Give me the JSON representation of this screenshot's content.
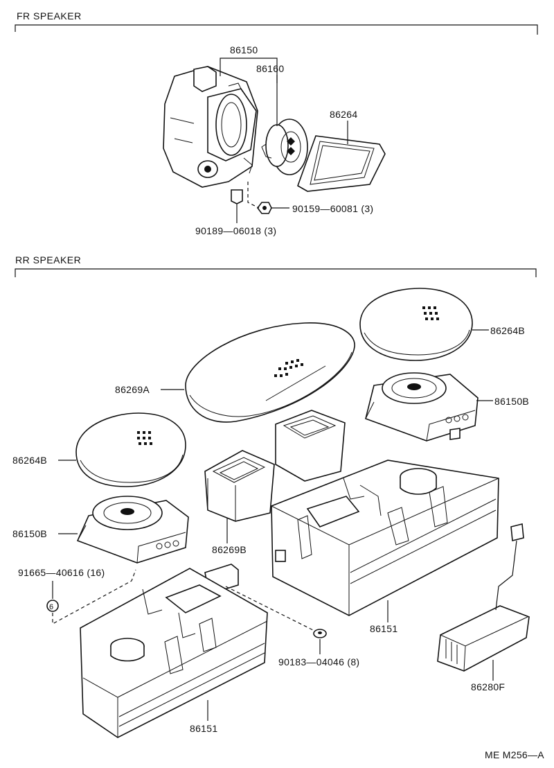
{
  "sections": {
    "front": "FR  SPEAKER",
    "rear": "RR  SPEAKER"
  },
  "labels": {
    "p86150_fr": "86150",
    "p86160": "86160",
    "p86264": "86264",
    "p90159": "90159—60081 (3)",
    "p90189": "90189—06018 (3)",
    "p86264B_r": "86264B",
    "p86269A": "86269A",
    "p86150B_r": "86150B",
    "p86264B_l": "86264B",
    "p86150B_l": "86150B",
    "p86269B": "86269B",
    "p91665": "91665—40616 (16)",
    "p91665_mark": "6",
    "p86151_r": "86151",
    "p90183": "90183—04046 (8)",
    "p86280F": "86280F",
    "p86151_l": "86151"
  },
  "footer": {
    "code": "ME M256—A"
  }
}
